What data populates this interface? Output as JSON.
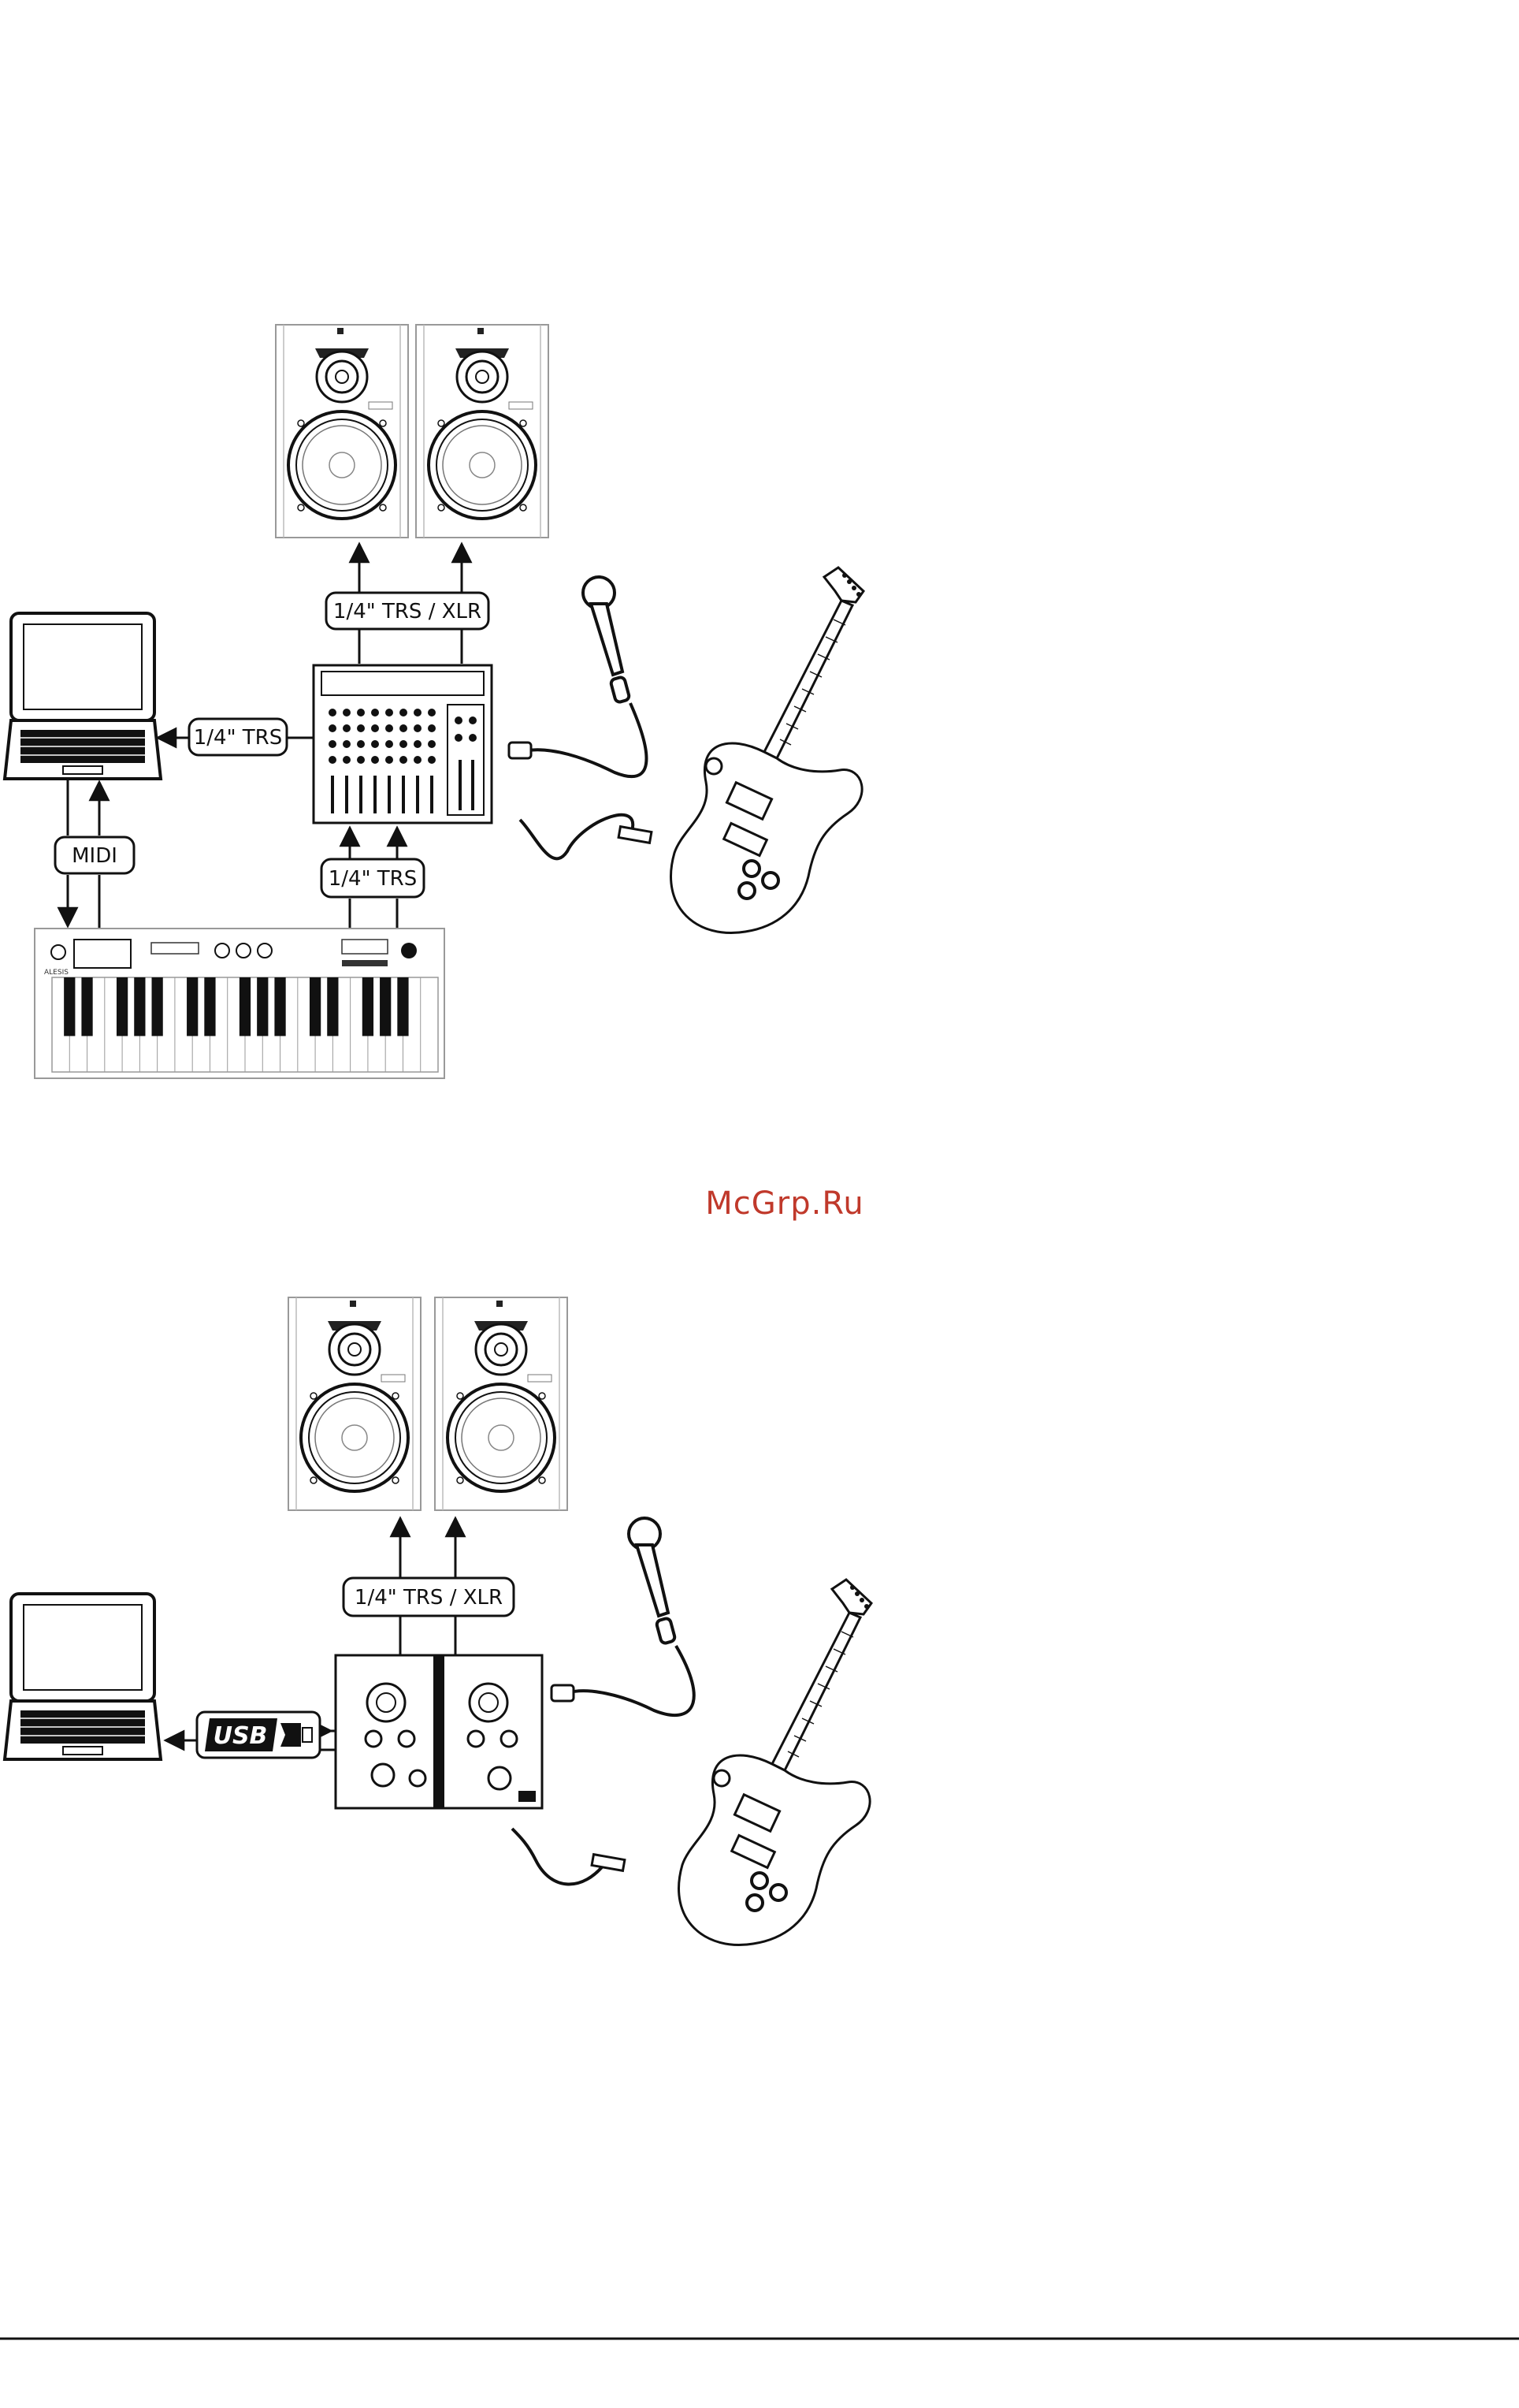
{
  "diagram1": {
    "labels": {
      "monitor_cable": "1/4\" TRS / XLR",
      "computer_cable": "1/4\" TRS",
      "midi": "MIDI",
      "keyboard_cable": "1/4\" TRS"
    }
  },
  "watermark": "McGrp.Ru",
  "diagram2": {
    "labels": {
      "monitor_cable": "1/4\" TRS / XLR",
      "usb": "USB"
    }
  }
}
